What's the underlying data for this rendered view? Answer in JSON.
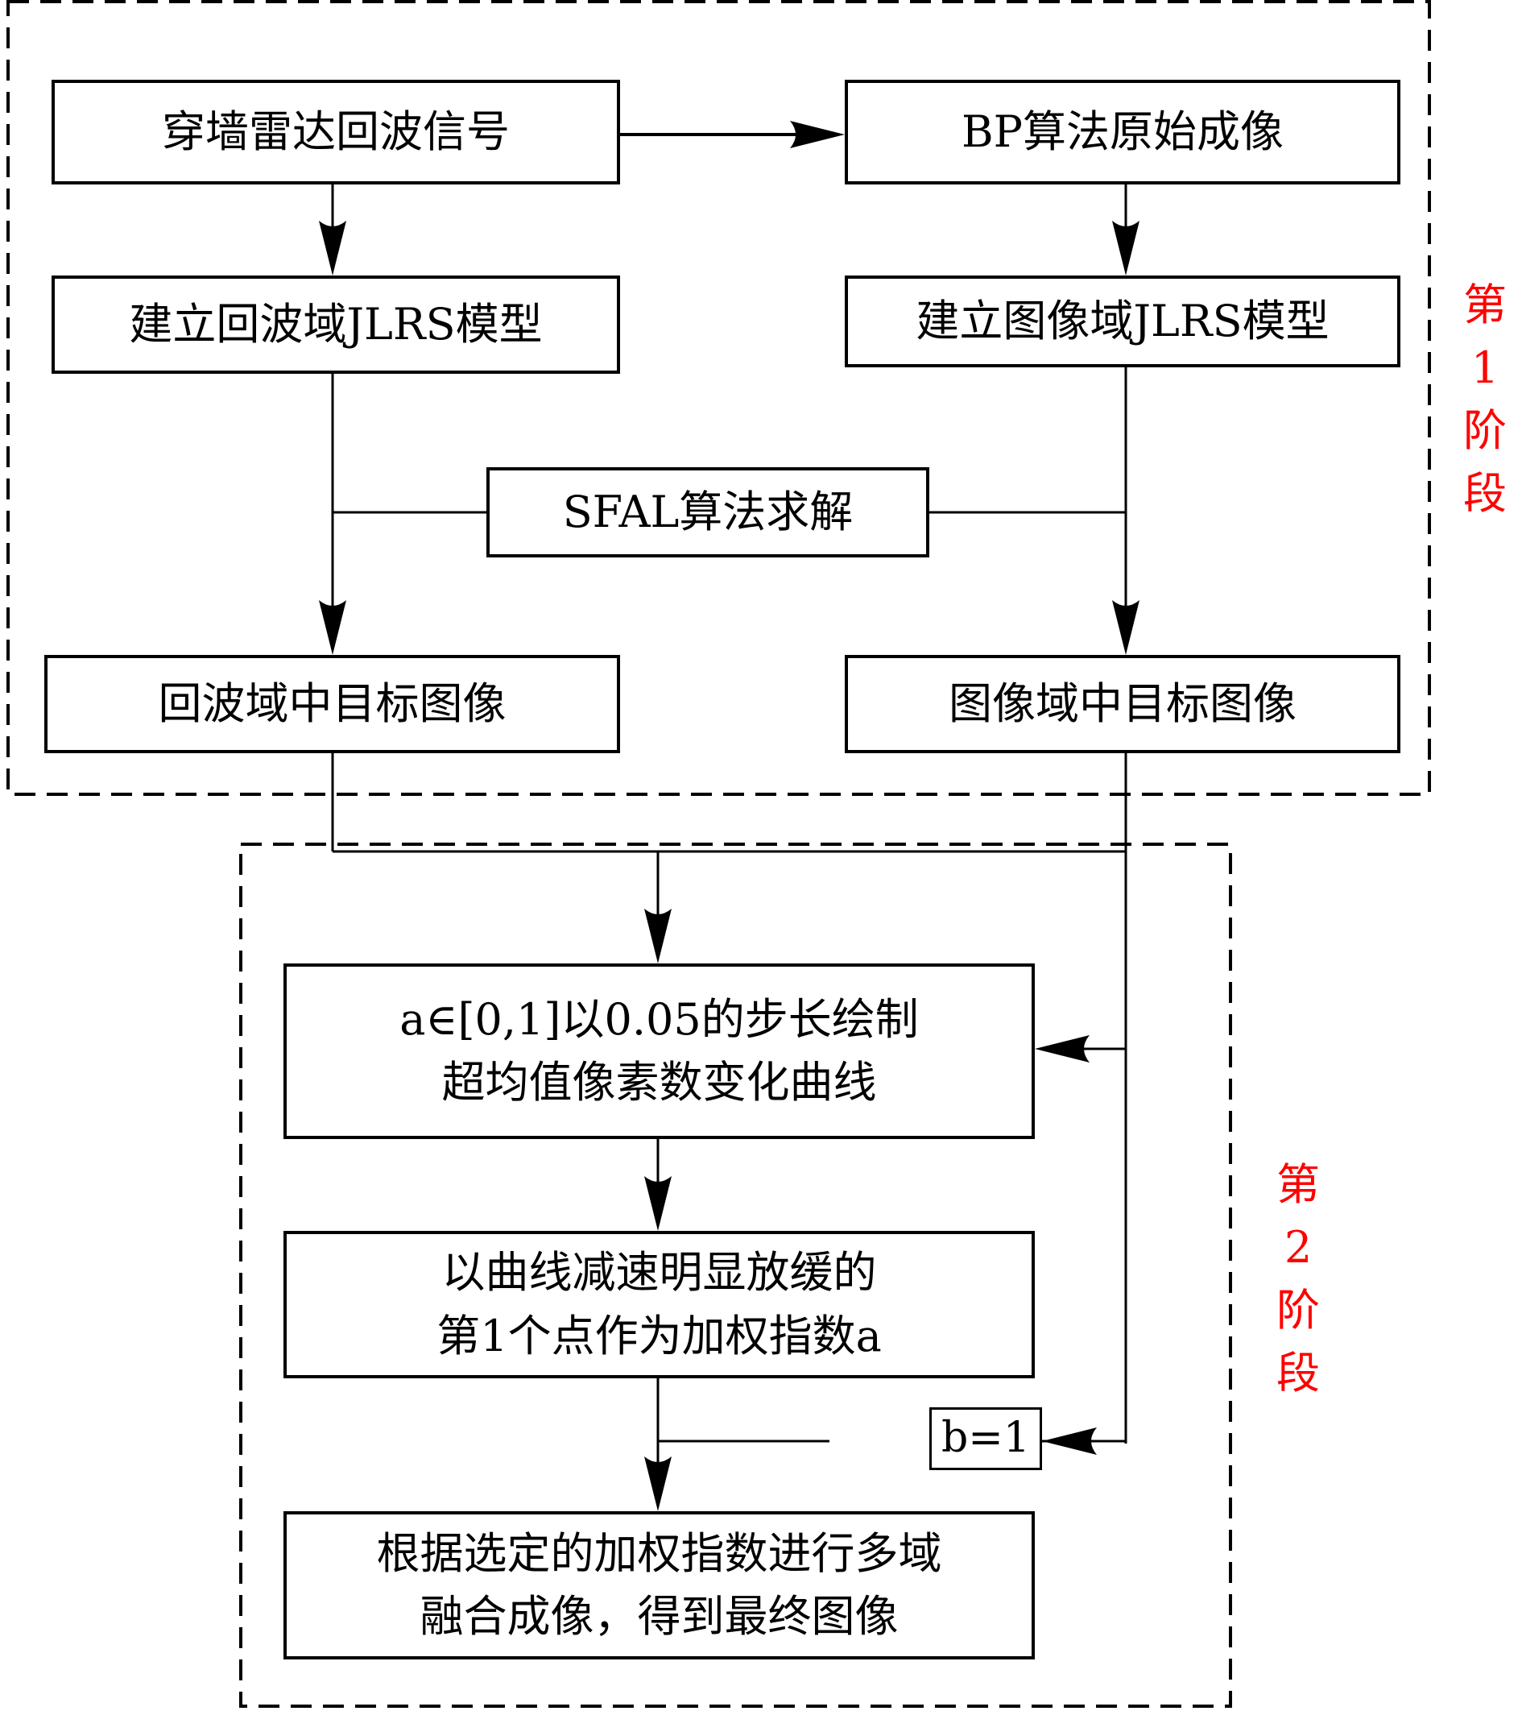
{
  "diagram": {
    "stage1": {
      "label_chars": [
        "第",
        "1",
        "阶",
        "段"
      ],
      "color": "#ff0000"
    },
    "stage2": {
      "label_chars": [
        "第",
        "2",
        "阶",
        "段"
      ],
      "color": "#ff0000"
    },
    "nodes": {
      "echo_signal": "穿墙雷达回波信号",
      "bp_imaging": "BP算法原始成像",
      "echo_jlrs_model": "建立回波域JLRS模型",
      "image_jlrs_model": "建立图像域JLRS模型",
      "sfal_solve": "SFAL算法求解",
      "echo_target_image": "回波域中目标图像",
      "image_target_image": "图像域中目标图像",
      "curve_step": {
        "line1": "a∈[0,1]以0.05的步长绘制",
        "line2": "超均值像素数变化曲线"
      },
      "choose_index": {
        "line1": "以曲线减速明显放缓的",
        "line2": "第1个点作为加权指数a"
      },
      "b_value": "b=1",
      "fusion": {
        "line1": "根据选定的加权指数进行多域",
        "line2": "融合成像，得到最终图像"
      }
    },
    "line_color": "#000000"
  }
}
